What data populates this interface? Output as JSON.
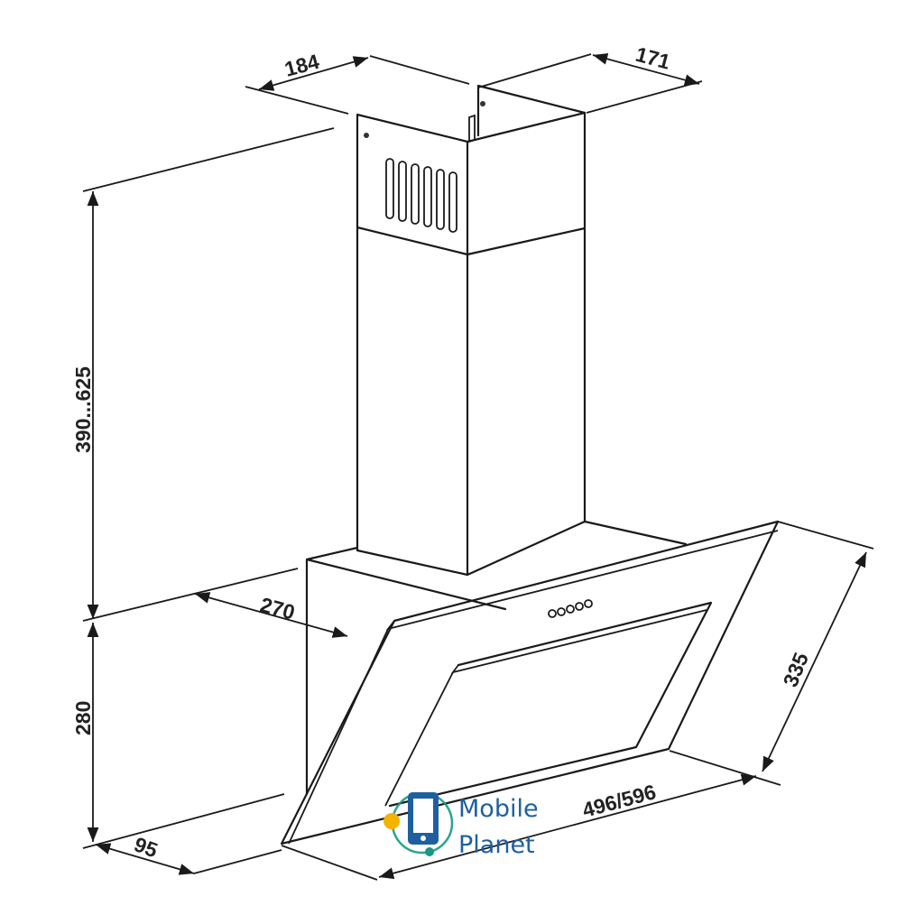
{
  "dimensions": {
    "chimney_width": "184",
    "chimney_depth": "171",
    "chimney_height": "390...625",
    "base_depth": "270",
    "hood_height": "280",
    "bottom_depth": "95",
    "glass_height": "335",
    "hood_width": "496/596"
  },
  "watermark": {
    "line1": "Mobile",
    "line2": "Planet",
    "colors": {
      "text": "#1f5fa0",
      "dot_yellow": "#f5b301",
      "dot_teal": "#149a84",
      "phone": "#1f5fa0"
    }
  }
}
